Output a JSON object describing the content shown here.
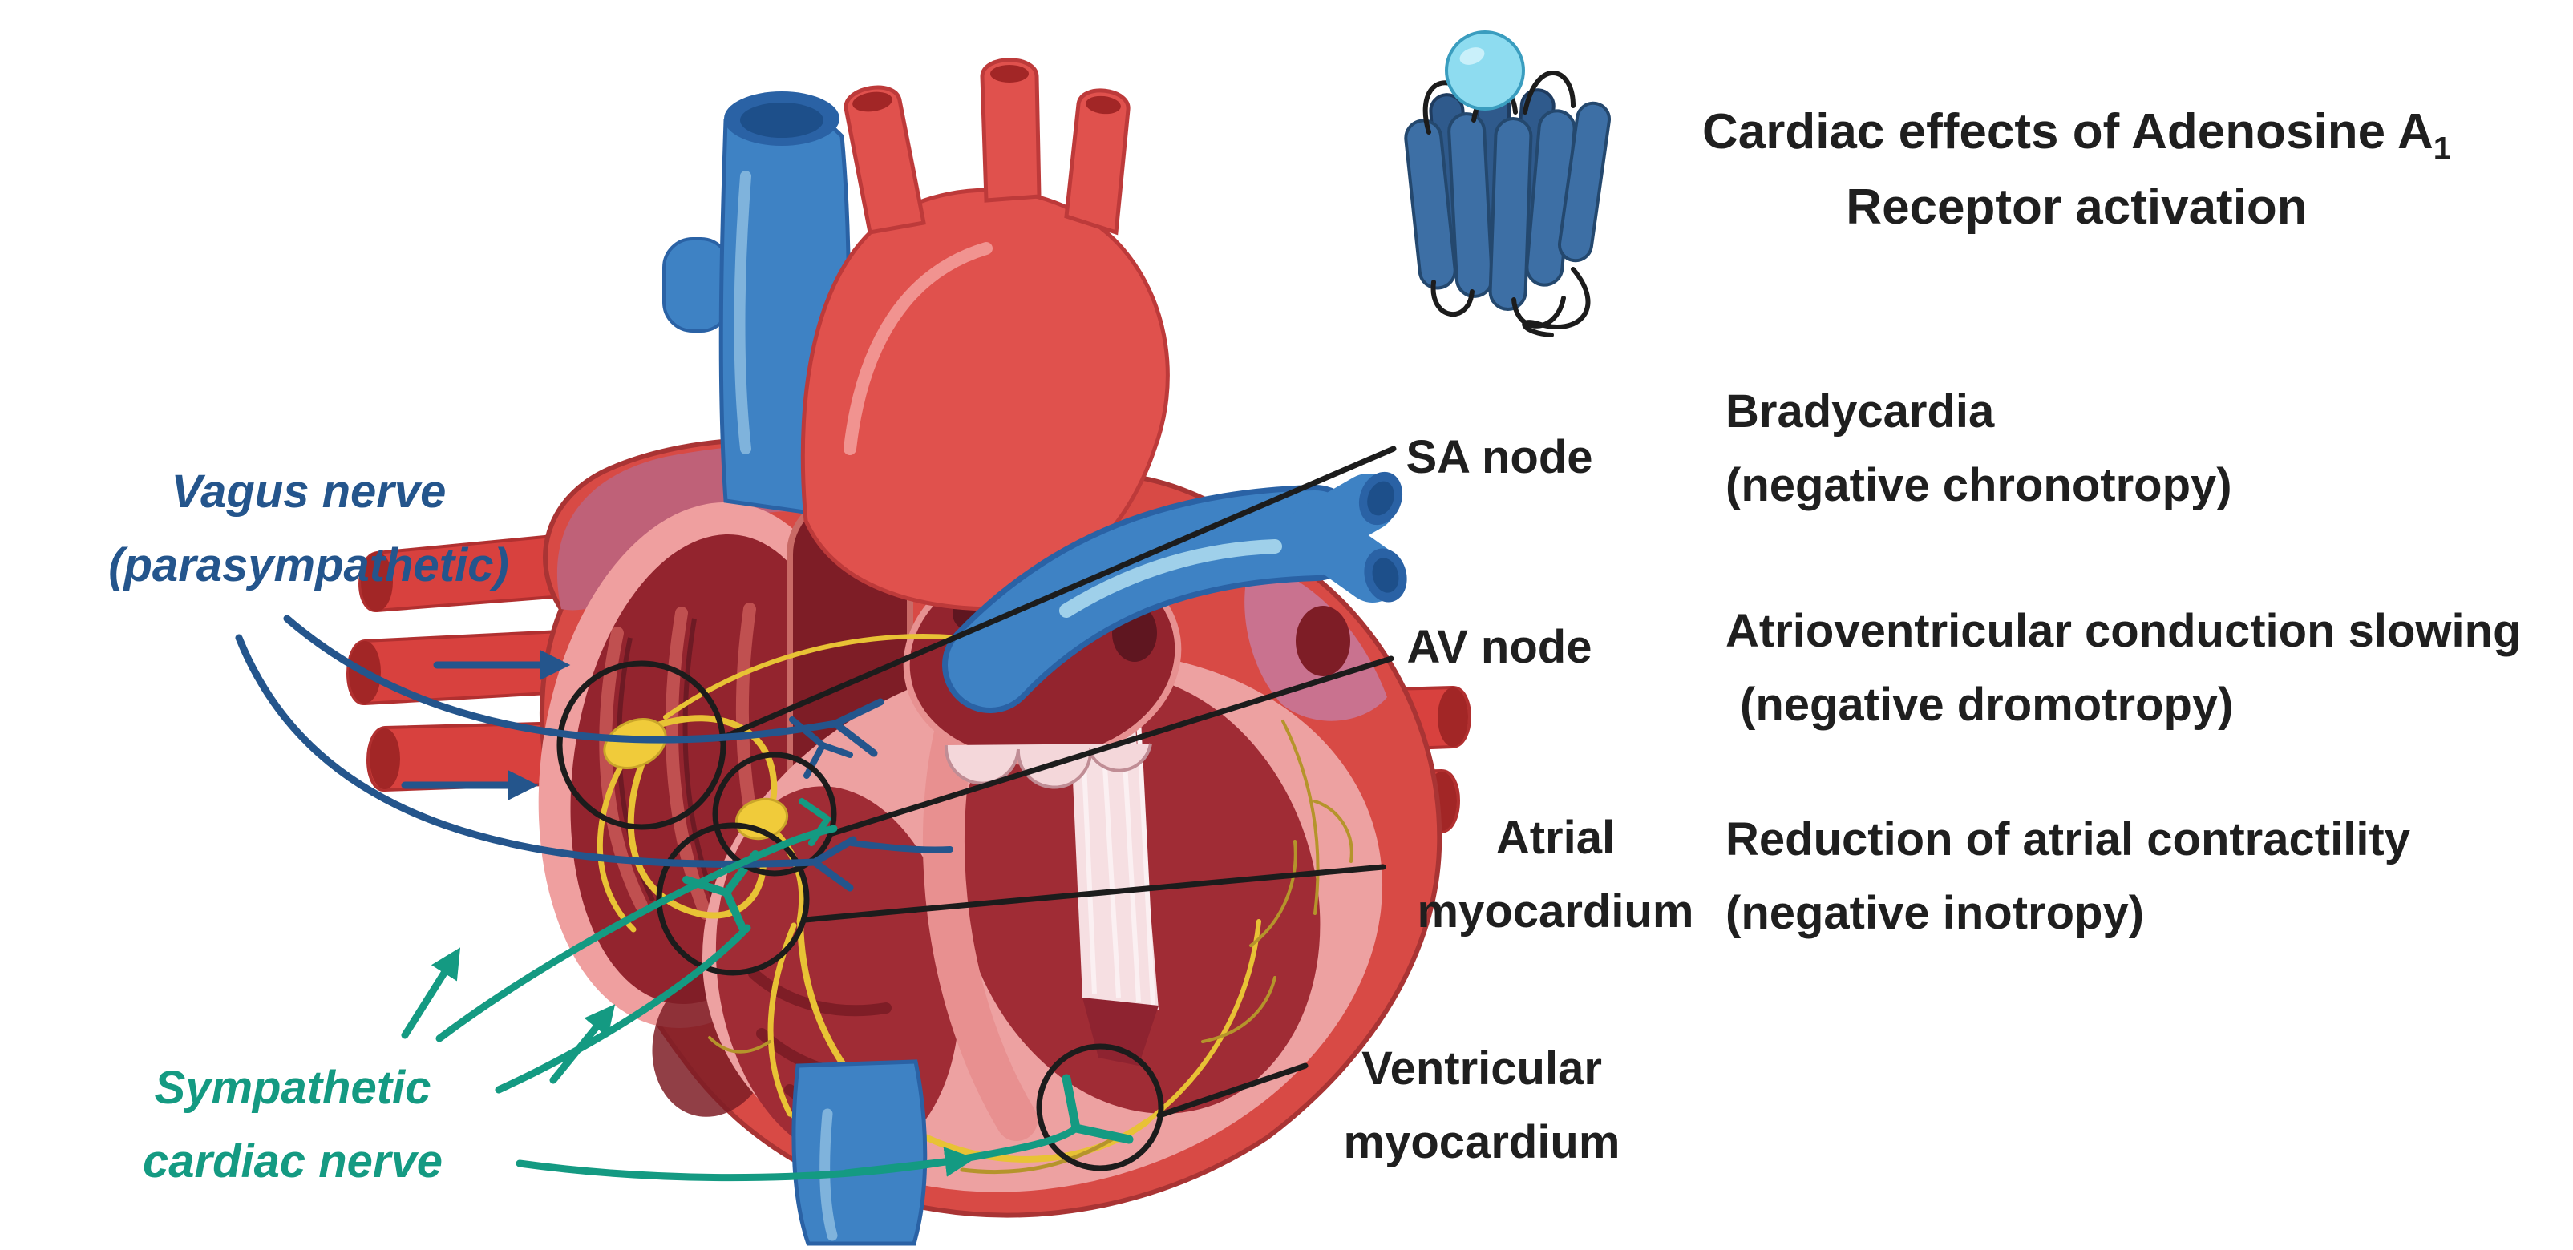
{
  "title": {
    "line1_prefix": "Cardiac effects of Adenosine A",
    "line1_sub": "1",
    "line2": "Receptor activation"
  },
  "nerve_labels": {
    "vagus": {
      "line1": "Vagus nerve",
      "line2": "(parasympathetic)",
      "color": "#24558c"
    },
    "sympathetic": {
      "line1": "Sympathetic",
      "line2": "cardiac nerve",
      "color": "#149a82"
    }
  },
  "targets": {
    "sa_node": {
      "label": "SA node"
    },
    "av_node": {
      "label": "AV node"
    },
    "atrial": {
      "line1": "Atrial",
      "line2": "myocardium"
    },
    "ventricular": {
      "line1": "Ventricular",
      "line2": "myocardium"
    }
  },
  "effects": {
    "bradycardia": {
      "line1": "Bradycardia",
      "line2": "(negative chronotropy)"
    },
    "av_conduction": {
      "line1": "Atrioventricular conduction slowing",
      "line2": "(negative dromotropy)"
    },
    "atrial_contractility": {
      "line1": "Reduction of atrial contractility",
      "line2": "(negative inotropy)"
    }
  },
  "icons": {
    "receptor": "adenosine-a1-receptor-gpcr-icon",
    "heart": "heart-anatomy-illustration"
  },
  "colors": {
    "vagus_blue": "#24558c",
    "sympathetic_teal": "#149a82",
    "annotation_black": "#1c1c1c",
    "heart_red": "#d84a45",
    "heart_dark_red": "#93242e",
    "vessel_blue": "#3e82c4",
    "conduction_yellow": "#e8c235",
    "ligand_cyan": "#8edcf0",
    "text_black": "#1f1f1f"
  }
}
